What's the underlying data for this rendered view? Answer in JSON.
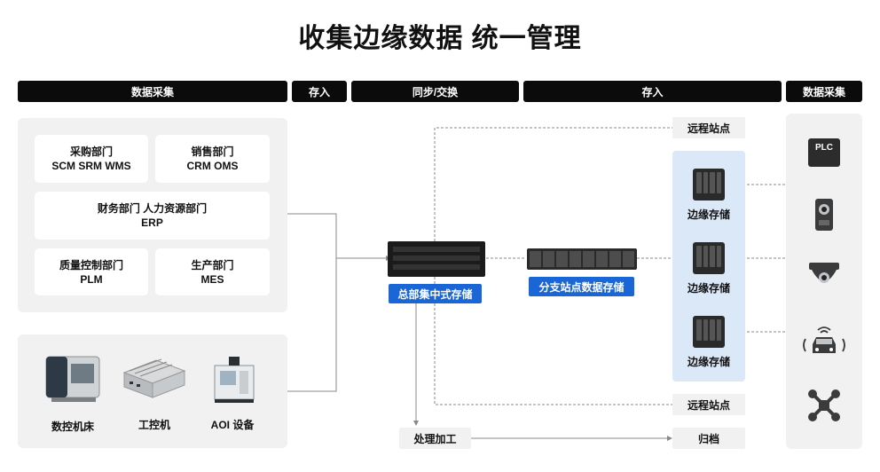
{
  "title": "收集边缘数据 统一管理",
  "headers": {
    "collect_left": "数据采集",
    "store_in_left": "存入",
    "sync": "同步/交换",
    "store_in_right": "存入",
    "collect_right": "数据采集"
  },
  "departments": [
    {
      "name": "采购部门",
      "systems": "SCM SRM WMS"
    },
    {
      "name": "销售部门",
      "systems": "CRM OMS"
    },
    {
      "name": "财务部门 人力资源部门",
      "systems": "ERP"
    },
    {
      "name": "质量控制部门",
      "systems": "PLM"
    },
    {
      "name": "生产部门",
      "systems": "MES"
    }
  ],
  "equipment": [
    {
      "label": "数控机床",
      "icon": "cnc-machine-icon"
    },
    {
      "label": "工控机",
      "icon": "industrial-pc-icon"
    },
    {
      "label": "AOI 设备",
      "icon": "aoi-device-icon"
    }
  ],
  "center": {
    "hq_storage": "总部集中式存储",
    "branch_storage": "分支站点数据存储",
    "processing": "处理加工"
  },
  "right_side": {
    "remote_site_top": "远程站点",
    "remote_site_bottom": "远程站点",
    "archive": "归档",
    "edge_storage": [
      "边缘存储",
      "边缘存储",
      "边缘存储"
    ]
  },
  "sources": {
    "plc_label": "PLC",
    "icons": [
      "plc-icon",
      "industrial-camera-icon",
      "dome-camera-icon",
      "connected-vehicle-icon",
      "drone-icon"
    ]
  },
  "colors": {
    "accent_blue": "#1a66d6",
    "header_black": "#0b0b0b",
    "panel_grey": "#f1f1f1",
    "edge_panel": "#dbe8f8"
  }
}
